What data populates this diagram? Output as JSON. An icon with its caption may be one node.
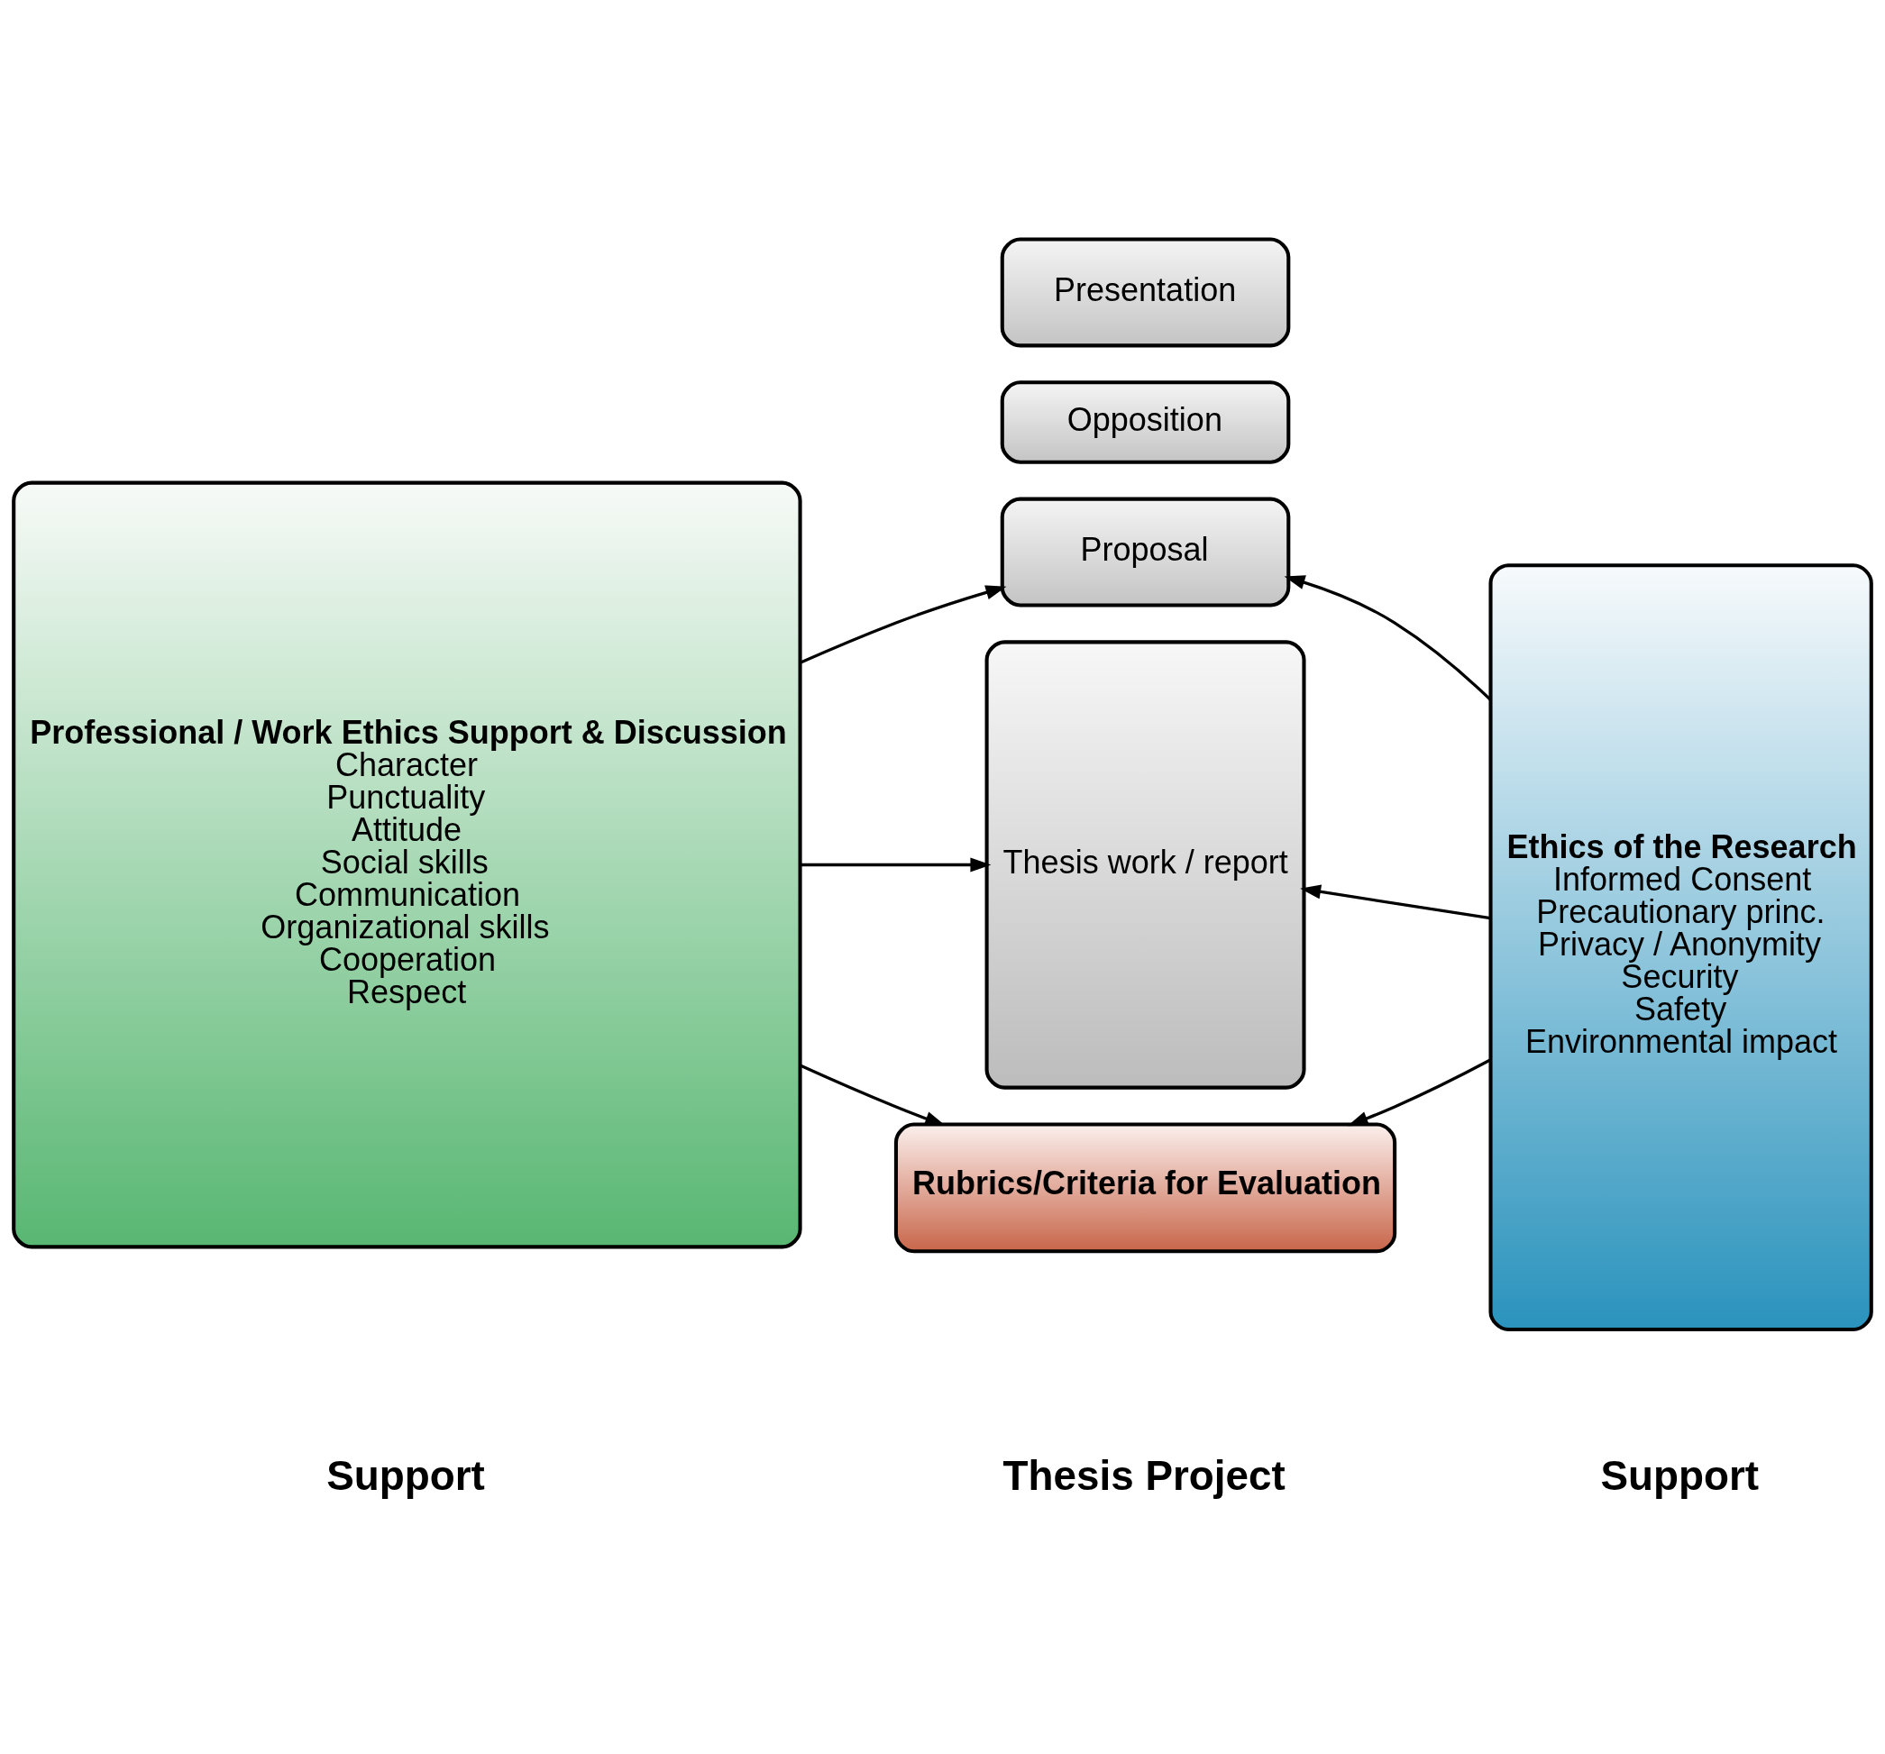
{
  "diagram": {
    "nodes": [
      {
        "text": [
          "Professional / Work Ethics Support & Discussion",
          "Character",
          "Punctuality",
          "Attitude",
          "Social skills",
          "Communication",
          "Organizational skills",
          "Cooperation",
          "Respect"
        ]
      },
      {
        "text": [
          "Proposal"
        ]
      },
      {
        "text": [
          "Opposition"
        ]
      },
      {
        "text": [
          "Thesis work / report"
        ]
      },
      {
        "text": [
          "Presentation"
        ]
      },
      {
        "text": [
          "Ethics of the Research",
          "Informed Consent",
          "Precautionary princ.",
          "Privacy / Anonymity",
          "Security",
          "Safety",
          "Environmental impact"
        ]
      },
      {
        "text": [
          "Rubrics/Criteria for Evaluation"
        ]
      }
    ],
    "edges": [
      {
        "from": 0,
        "to": 1,
        "arrow": "to"
      },
      {
        "from": 5,
        "to": 1,
        "arrow": "to"
      },
      {
        "from": 5,
        "to": 3,
        "arrow": "to"
      },
      {
        "from": 0,
        "to": 3,
        "arrow": "to"
      },
      {
        "from": 0,
        "to": 6,
        "arrow": "to"
      },
      {
        "from": 5,
        "to": 6,
        "arrow": "to"
      }
    ],
    "labels": [
      "Support",
      "Thesis Project",
      "Support"
    ]
  }
}
